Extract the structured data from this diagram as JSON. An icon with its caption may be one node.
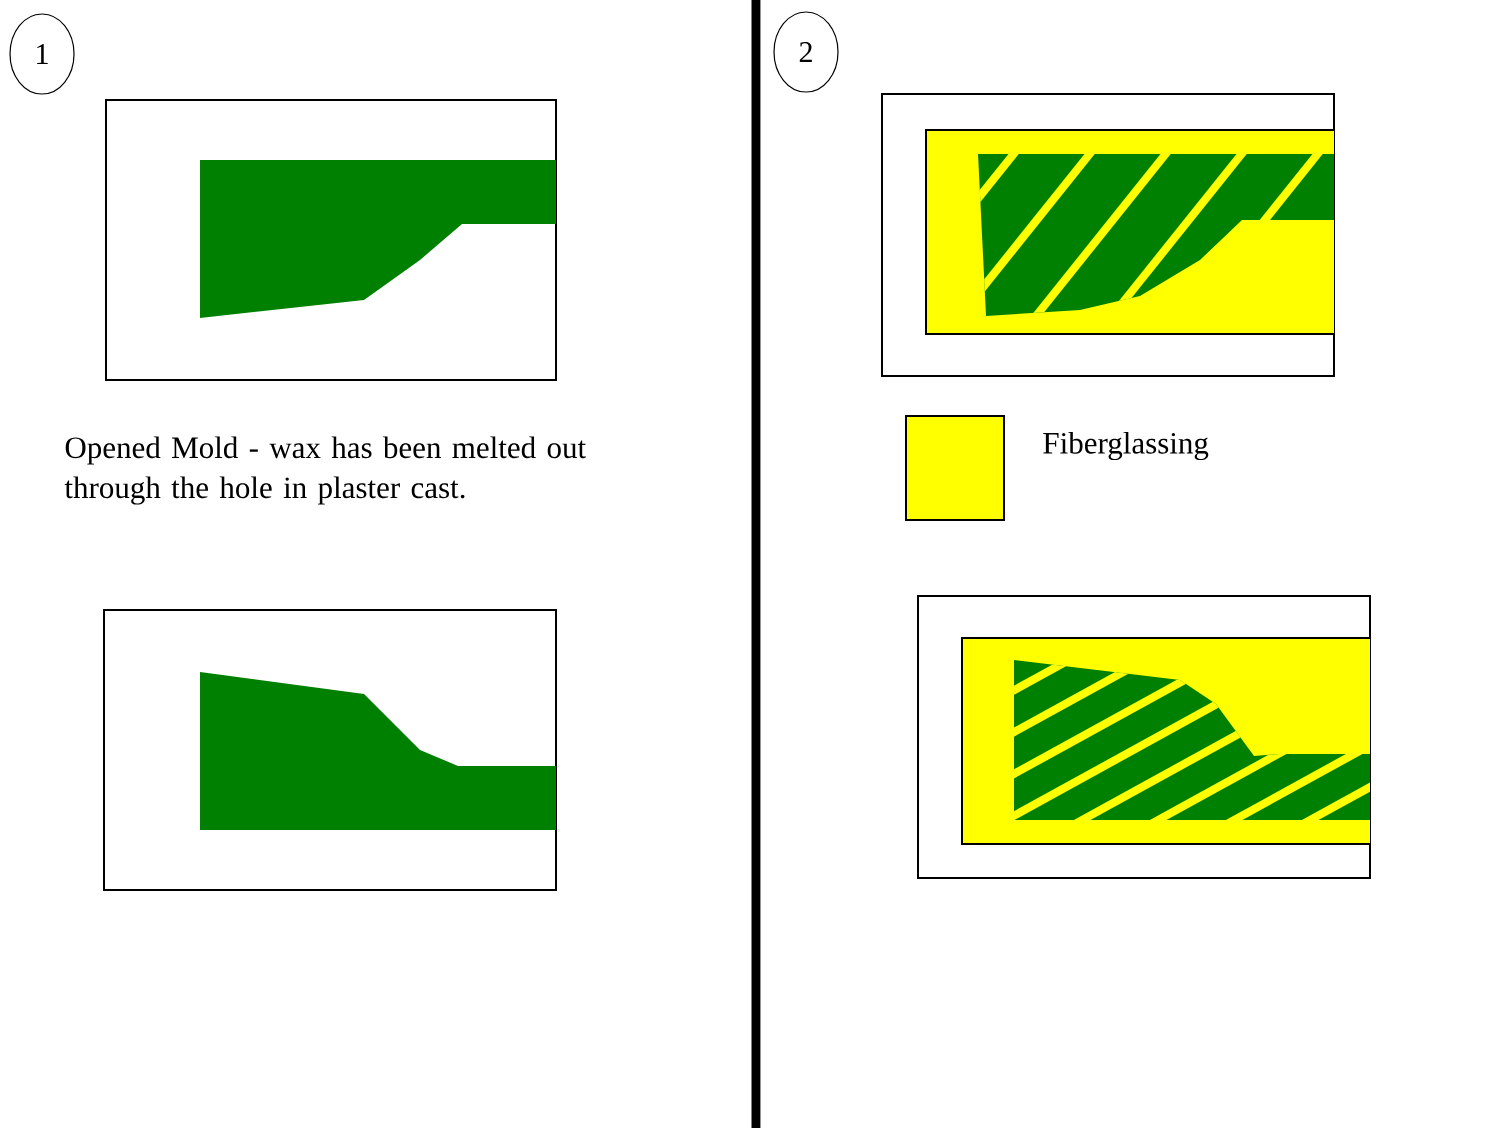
{
  "diagram": {
    "nodes": [
      {
        "text": [
          "1"
        ]
      },
      {
        "text": [
          "2"
        ]
      }
    ],
    "labels": [
      "Opened Mold - wax has been melted out through the hole in plaster cast."
    ],
    "legend": [
      {
        "text": "Fiberglassing",
        "color": "#ffff00"
      }
    ]
  }
}
